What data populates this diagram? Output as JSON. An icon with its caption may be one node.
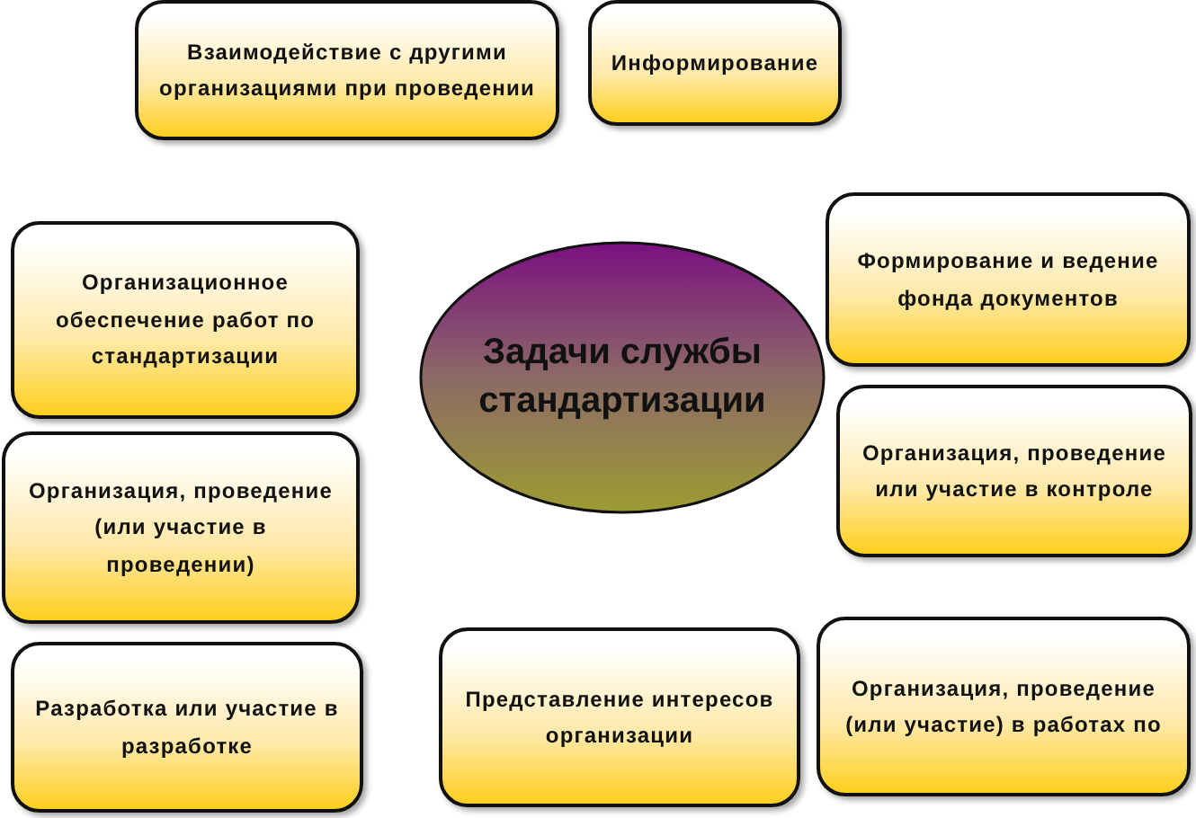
{
  "diagram": {
    "nodes": [
      {
        "text": [
          "Взаимодействие с другими организациями при проведении"
        ]
      },
      {
        "text": [
          "Информирование"
        ]
      },
      {
        "text": [
          "Организационное обеспечение работ по стандартизации"
        ]
      },
      {
        "text": [
          "Формирование и ведение фонда документов"
        ]
      },
      {
        "text": [
          "Задачи службы стандартизации"
        ]
      },
      {
        "text": [
          "Организация, проведение или участие в контроле"
        ]
      },
      {
        "text": [
          "Организация, проведение (или участие в проведении)"
        ]
      },
      {
        "text": [
          "Разработка или участие в разработке"
        ]
      },
      {
        "text": [
          "Представление интересов организации"
        ]
      },
      {
        "text": [
          "Организация, проведение (или участие) в работах по"
        ]
      }
    ]
  }
}
